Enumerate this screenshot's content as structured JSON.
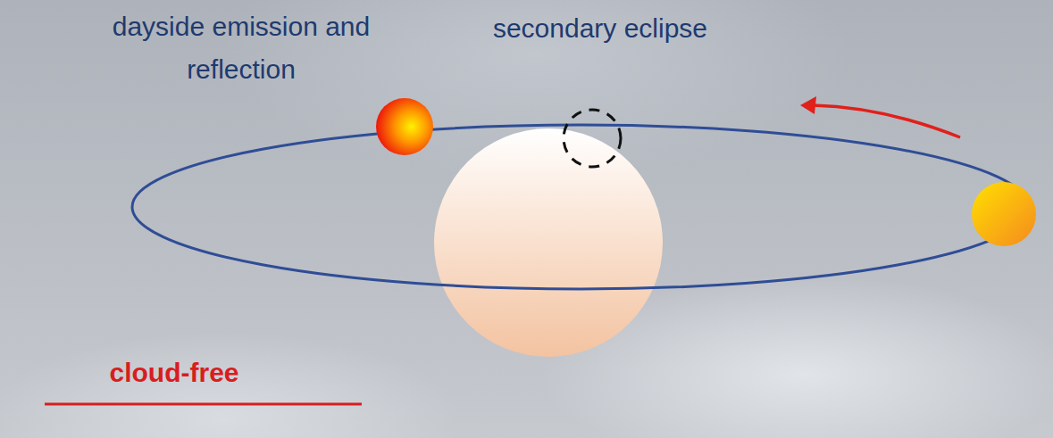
{
  "diagram": {
    "labels": [
      "dayside emission and reflection",
      "secondary eclipse",
      "cloud-free"
    ]
  }
}
